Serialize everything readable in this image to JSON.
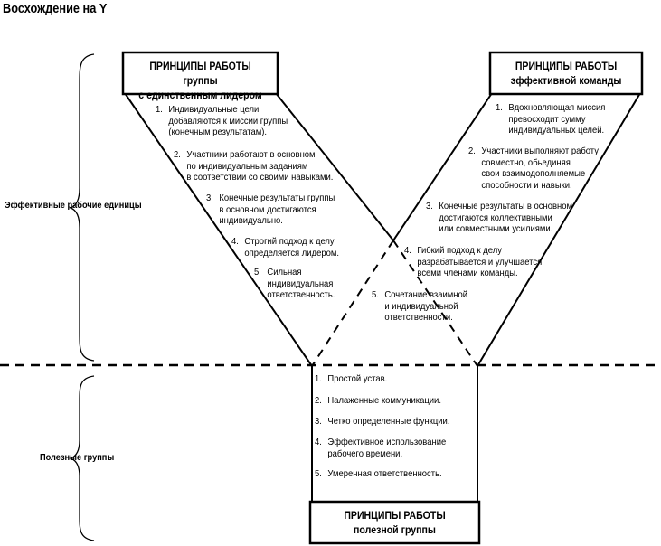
{
  "title": "Восхождение на Y",
  "side_labels": {
    "effective": "Эффективные рабочие единицы",
    "useful": "Полезные группы"
  },
  "boxes": {
    "left_heading": [
      "ПРИНЦИПЫ РАБОТЫ группы",
      "с единственным лидером"
    ],
    "right_heading": [
      "ПРИНЦИПЫ РАБОТЫ",
      "эффективной команды"
    ],
    "bottom_heading": [
      "ПРИНЦИПЫ РАБОТЫ",
      "полезной группы"
    ]
  },
  "lists": {
    "left": [
      {
        "num": "1.",
        "text": "Индивидуальные цели\nдобавляются к миссии группы\n(конечным результатам)."
      },
      {
        "num": "2.",
        "text": "Участники работают в основном\nпо индивидуальным заданиям\nв соответствии со своими навыками."
      },
      {
        "num": "3.",
        "text": "Конечные результаты группы\nв основном достигаются\nиндивидуально."
      },
      {
        "num": "4.",
        "text": "Строгий подход к делу\nопределяется лидером."
      },
      {
        "num": "5.",
        "text": "Сильная\nиндивидуальная\nответственность."
      }
    ],
    "right": [
      {
        "num": "1.",
        "text": "Вдохновляющая миссия\nпревосходит сумму\nиндивидуальных целей."
      },
      {
        "num": "2.",
        "text": "Участники выполняют работу\nсовместно, обьединяя\nсвои взаимодополняемые\nспособности и навыки."
      },
      {
        "num": "3.",
        "text": "Конечные результаты в основном\nдостигаются коллективными\nили совместными усилиями."
      },
      {
        "num": "4.",
        "text": "Гибкий подход к делу\nразрабатывается и улучшается\nвсеми членами команды."
      },
      {
        "num": "5.",
        "text": "Сочетание взаимной\nи индивидуальной\nответственности."
      }
    ],
    "bottom": [
      {
        "num": "1.",
        "text": "Простой устав."
      },
      {
        "num": "2.",
        "text": "Налаженные коммуникации."
      },
      {
        "num": "3.",
        "text": "Четко определенные функции."
      },
      {
        "num": "4.",
        "text": "Эффективное использование\nрабочего времени."
      },
      {
        "num": "5.",
        "text": "Умеренная ответственность."
      }
    ]
  }
}
